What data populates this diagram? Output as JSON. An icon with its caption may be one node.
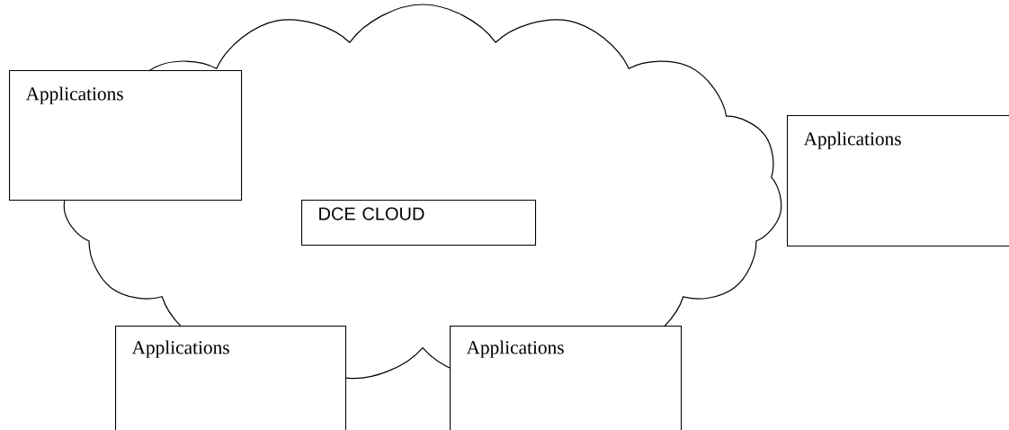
{
  "diagram": {
    "nodes": [
      {
        "text": [],
        "shape": "cloud"
      },
      {
        "text": [
          "DCE CLOUD"
        ],
        "in": 0
      },
      {
        "text": [
          "Applications"
        ]
      },
      {
        "text": [
          "Applications"
        ]
      },
      {
        "text": [
          "Applications"
        ]
      },
      {
        "text": [
          "Applications"
        ]
      }
    ]
  }
}
